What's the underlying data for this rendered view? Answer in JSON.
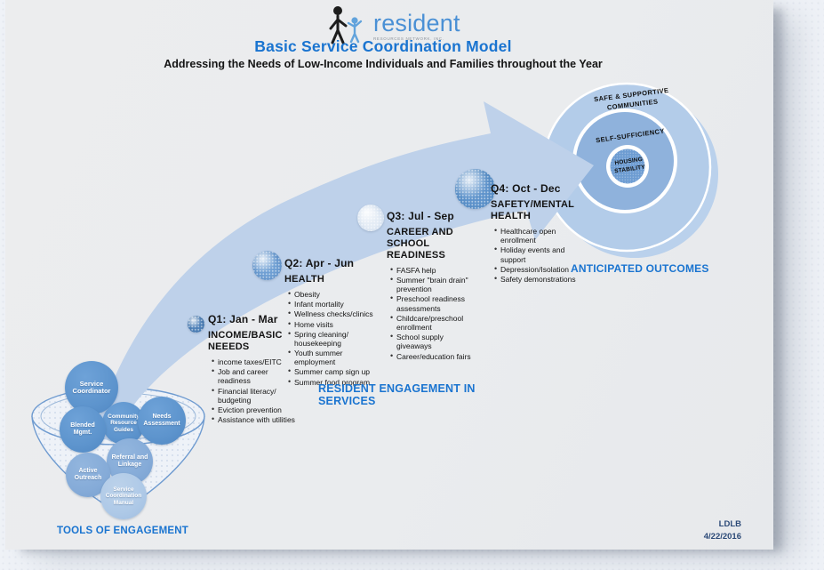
{
  "logo": {
    "brand": "resident",
    "tagline": "RESOURCES NETWORK, INC."
  },
  "header": {
    "title": "Basic Service Coordination Model",
    "subtitle": "Addressing the Needs of Low-Income Individuals and Families throughout the Year"
  },
  "stage_labels": {
    "tools": "TOOLS OF ENGAGEMENT",
    "engagement": "RESIDENT ENGAGEMENT IN SERVICES",
    "outcomes": "ANTICIPATED OUTCOMES"
  },
  "funnel": {
    "bubbles": [
      {
        "label": "Service Coordinator"
      },
      {
        "label": "Community Resource Guides"
      },
      {
        "label": "Blended Mgmt."
      },
      {
        "label": "Needs Assessment"
      },
      {
        "label": "Referral and Linkage"
      },
      {
        "label": "Active Outreach"
      },
      {
        "label": "Service Coordination Manual"
      }
    ]
  },
  "quarters": [
    {
      "period": "Q1: Jan - Mar",
      "category": "INCOME/BASIC NEEEDS",
      "items": [
        "income taxes/EITC",
        "Job and career readiness",
        "Financial literacy/ budgeting",
        "Eviction prevention",
        "Assistance with utilities"
      ]
    },
    {
      "period": "Q2: Apr - Jun",
      "category": "HEALTH",
      "items": [
        "Obesity",
        "Infant mortality",
        "Wellness checks/clinics",
        "Home visits",
        "Spring cleaning/ housekeeping",
        "Youth summer employment",
        "Summer camp sign up",
        "Summer food program"
      ]
    },
    {
      "period": "Q3: Jul - Sep",
      "category": "CAREER AND SCHOOL READINESS",
      "items": [
        "FASFA help",
        "Summer \"brain drain\" prevention",
        "Preschool readiness assessments",
        "Childcare/preschool enrollment",
        "School supply giveaways",
        "Career/education fairs"
      ]
    },
    {
      "period": "Q4: Oct - Dec",
      "category": "SAFETY/MENTAL HEALTH",
      "items": [
        "Healthcare open enrollment",
        "Holiday events and support",
        "Depression/Isolation",
        "Safety demonstrations"
      ]
    }
  ],
  "outcomes": {
    "rings": [
      "SAFE & SUPPORTIVE COMMUNITIES",
      "SELF-SUFFICIENCY",
      "HOUSING STABILITY"
    ]
  },
  "footer": {
    "initials": "LDLB",
    "date": "4/22/2016"
  },
  "colors": {
    "accent_blue": "#1a74d0",
    "arrow": "#bed1ea",
    "bubble_primary": "#5d94cd",
    "bubble_light": "#85abd8",
    "bubble_lighter": "#aec9e7",
    "ring_outer": "#b3cce9",
    "ring_middle": "#8fb2dc",
    "ring_inner": "#6d9cd2",
    "footer_navy": "#2c4a77"
  }
}
